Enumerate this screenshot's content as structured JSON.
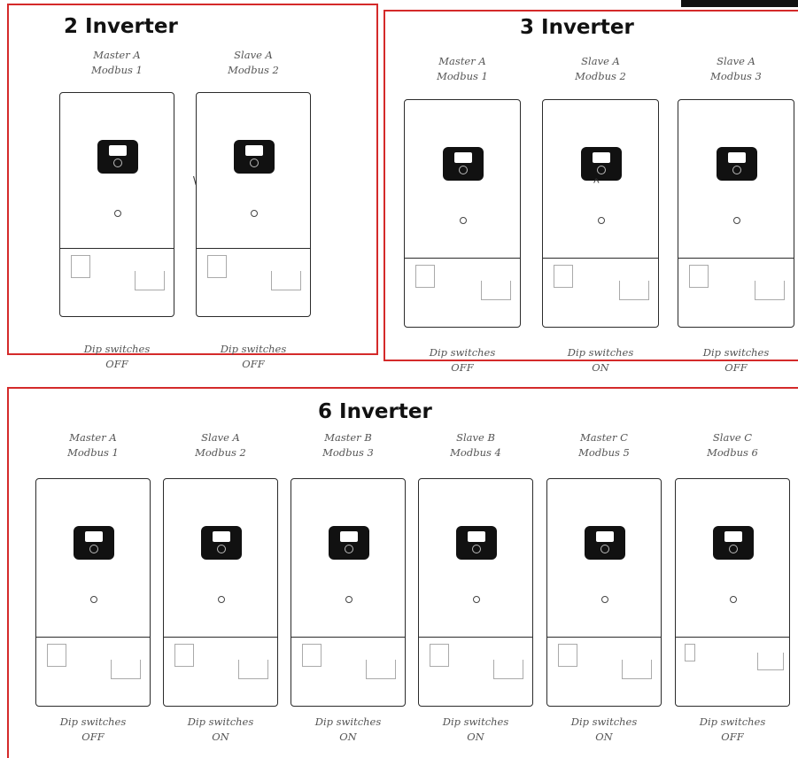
{
  "panels": {
    "two": {
      "title": "2 Inverter",
      "units": [
        {
          "name_line1": "Master A",
          "name_line2": "Modbus 1",
          "dip_line1": "Dip switches",
          "dip_line2": "OFF"
        },
        {
          "name_line1": "Slave A",
          "name_line2": "Modbus 2",
          "dip_line1": "Dip switches",
          "dip_line2": "OFF"
        }
      ]
    },
    "three": {
      "title": "3 Inverter",
      "units": [
        {
          "name_line1": "Master A",
          "name_line2": "Modbus 1",
          "dip_line1": "Dip switches",
          "dip_line2": "OFF"
        },
        {
          "name_line1": "Slave A",
          "name_line2": "Modbus 2",
          "dip_line1": "Dip switches",
          "dip_line2": "ON"
        },
        {
          "name_line1": "Slave A",
          "name_line2": "Modbus 3",
          "dip_line1": "Dip switches",
          "dip_line2": "OFF"
        }
      ]
    },
    "six": {
      "title": "6 Inverter",
      "units": [
        {
          "name_line1": "Master A",
          "name_line2": "Modbus 1",
          "dip_line1": "Dip switches",
          "dip_line2": "OFF"
        },
        {
          "name_line1": "Slave A",
          "name_line2": "Modbus 2",
          "dip_line1": "Dip switches",
          "dip_line2": "ON"
        },
        {
          "name_line1": "Master B",
          "name_line2": "Modbus 3",
          "dip_line1": "Dip switches",
          "dip_line2": "ON"
        },
        {
          "name_line1": "Slave B",
          "name_line2": "Modbus 4",
          "dip_line1": "Dip switches",
          "dip_line2": "ON"
        },
        {
          "name_line1": "Master C",
          "name_line2": "Modbus 5",
          "dip_line1": "Dip switches",
          "dip_line2": "ON"
        },
        {
          "name_line1": "Slave C",
          "name_line2": "Modbus 6",
          "dip_line1": "Dip switches",
          "dip_line2": "OFF"
        }
      ]
    }
  },
  "colors": {
    "panel_border": "#d42a2a",
    "inverter_outline": "#2b2b2b",
    "display": "#111111"
  },
  "icons": {
    "inverter_display": "display-screen-icon",
    "status_led": "status-led-icon",
    "connection_port": "port-icon"
  }
}
